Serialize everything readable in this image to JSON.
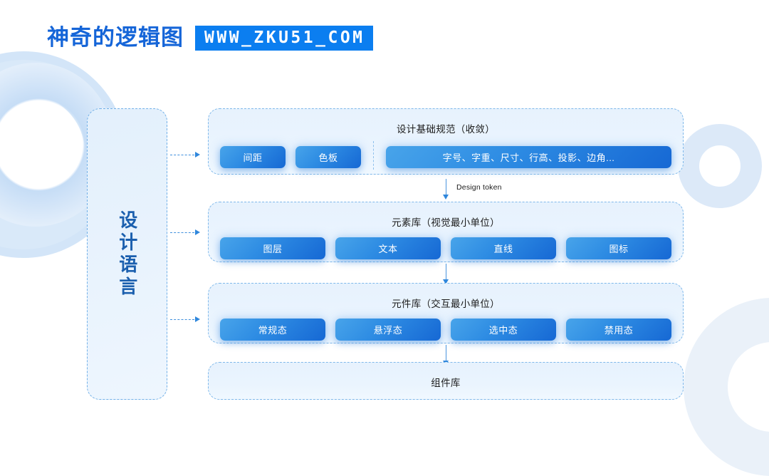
{
  "header": {
    "title": "神奇的逻辑图",
    "badge": "WWW_ZKU51_COM",
    "badge_color": "#0b7ef0",
    "title_color": "#1565d8"
  },
  "diagram": {
    "left_panel": {
      "label": "设计语言"
    },
    "connector_label": "Design token",
    "rows": [
      {
        "title": "设计基础规范（收敛）",
        "buttons": [
          "间距",
          "色板",
          "字号、字重、尺寸、行高、投影、边角..."
        ],
        "has_divider_after_index": 1
      },
      {
        "title": "元素库（视觉最小单位）",
        "buttons": [
          "图层",
          "文本",
          "直线",
          "图标"
        ]
      },
      {
        "title": "元件库（交互最小单位）",
        "buttons": [
          "常规态",
          "悬浮态",
          "选中态",
          "禁用态"
        ]
      },
      {
        "title": "组件库",
        "buttons": []
      }
    ]
  },
  "theme": {
    "pill_gradient_from": "#48a4ea",
    "pill_gradient_to": "#1668d4",
    "panel_fill": "#e9f3fd",
    "panel_border": "#7fb8ea",
    "arrow_color": "#2f87dc"
  }
}
